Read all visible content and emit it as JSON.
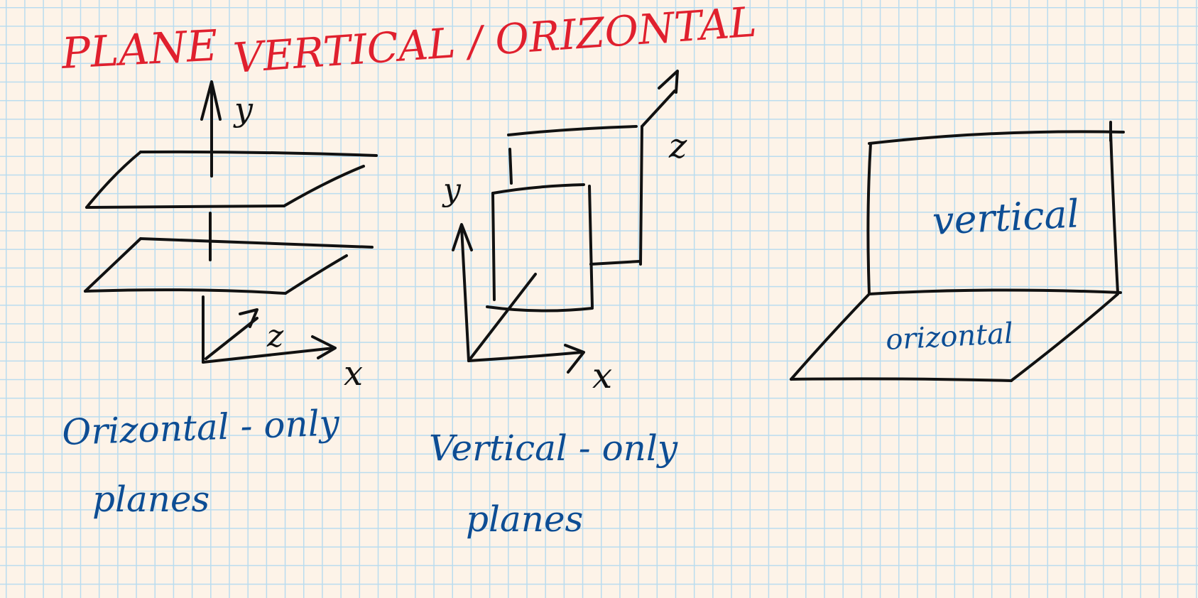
{
  "title": {
    "left": "PLANE",
    "right": "VERTICAL / ORIZONTAL"
  },
  "diagram_horizontal": {
    "axis_y": "y",
    "axis_z": "z",
    "axis_x": "x",
    "caption_line1": "Orizontal - only",
    "caption_line2": "planes"
  },
  "diagram_vertical": {
    "axis_y": "y",
    "axis_z": "z",
    "axis_x": "x",
    "caption_line1": "Vertical - only",
    "caption_line2": "planes"
  },
  "diagram_combined": {
    "label_vertical": "vertical",
    "label_horizontal": "orizontal"
  },
  "colors": {
    "title": "#e0202e",
    "captions": "#0d4d94",
    "drawing": "#111111",
    "grid": "#b9dcef",
    "paper": "#fdf3e8"
  }
}
